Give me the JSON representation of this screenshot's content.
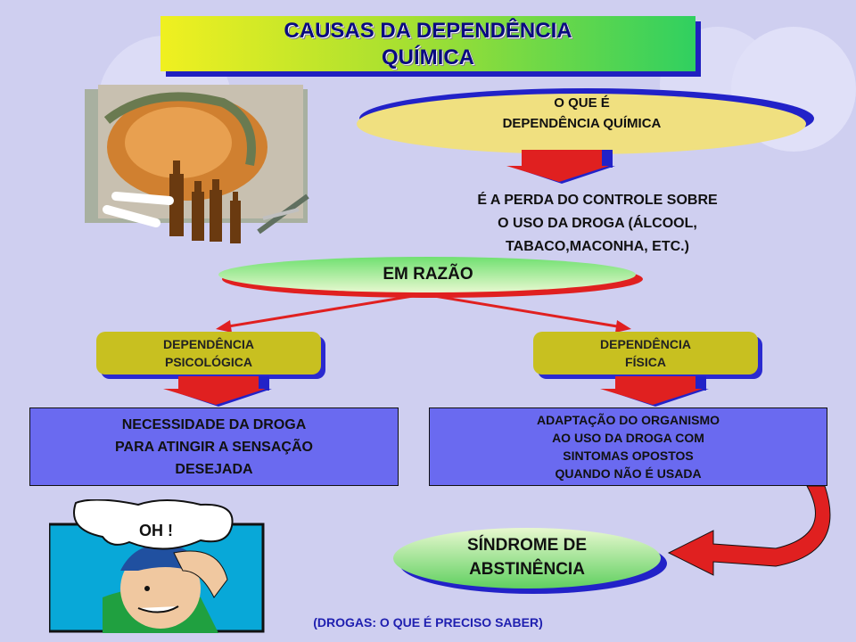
{
  "title": {
    "line1": "CAUSAS DA DEPENDÊNCIA",
    "line2": "QUÍMICA"
  },
  "what_is": {
    "line1": "O QUE É",
    "line2": "DEPENDÊNCIA QUÍMICA"
  },
  "definition": {
    "line1": "É A PERDA DO CONTROLE SOBRE",
    "line2": "O USO DA DROGA (ÁLCOOL,",
    "line3": "TABACO,MACONHA, ETC.)"
  },
  "reason": {
    "label": "EM RAZÃO"
  },
  "psychological": {
    "line1": "DEPENDÊNCIA",
    "line2": "PSICOLÓGICA",
    "desc1": "NECESSIDADE DA DROGA",
    "desc2": "PARA ATINGIR A SENSAÇÃO",
    "desc3": "DESEJADA"
  },
  "physical": {
    "line1": "DEPENDÊNCIA",
    "line2": "FÍSICA",
    "desc1": "ADAPTAÇÃO DO ORGANISMO",
    "desc2": "AO USO DA DROGA COM",
    "desc3": "SINTOMAS OPOSTOS",
    "desc4": "QUANDO NÃO É USADA"
  },
  "withdrawal": {
    "line1": "SÍNDROME DE",
    "line2": "ABSTINÊNCIA"
  },
  "speech": {
    "text": "OH !"
  },
  "footer": {
    "text": "(DROGAS: O QUE É PRECISO SABER)"
  }
}
